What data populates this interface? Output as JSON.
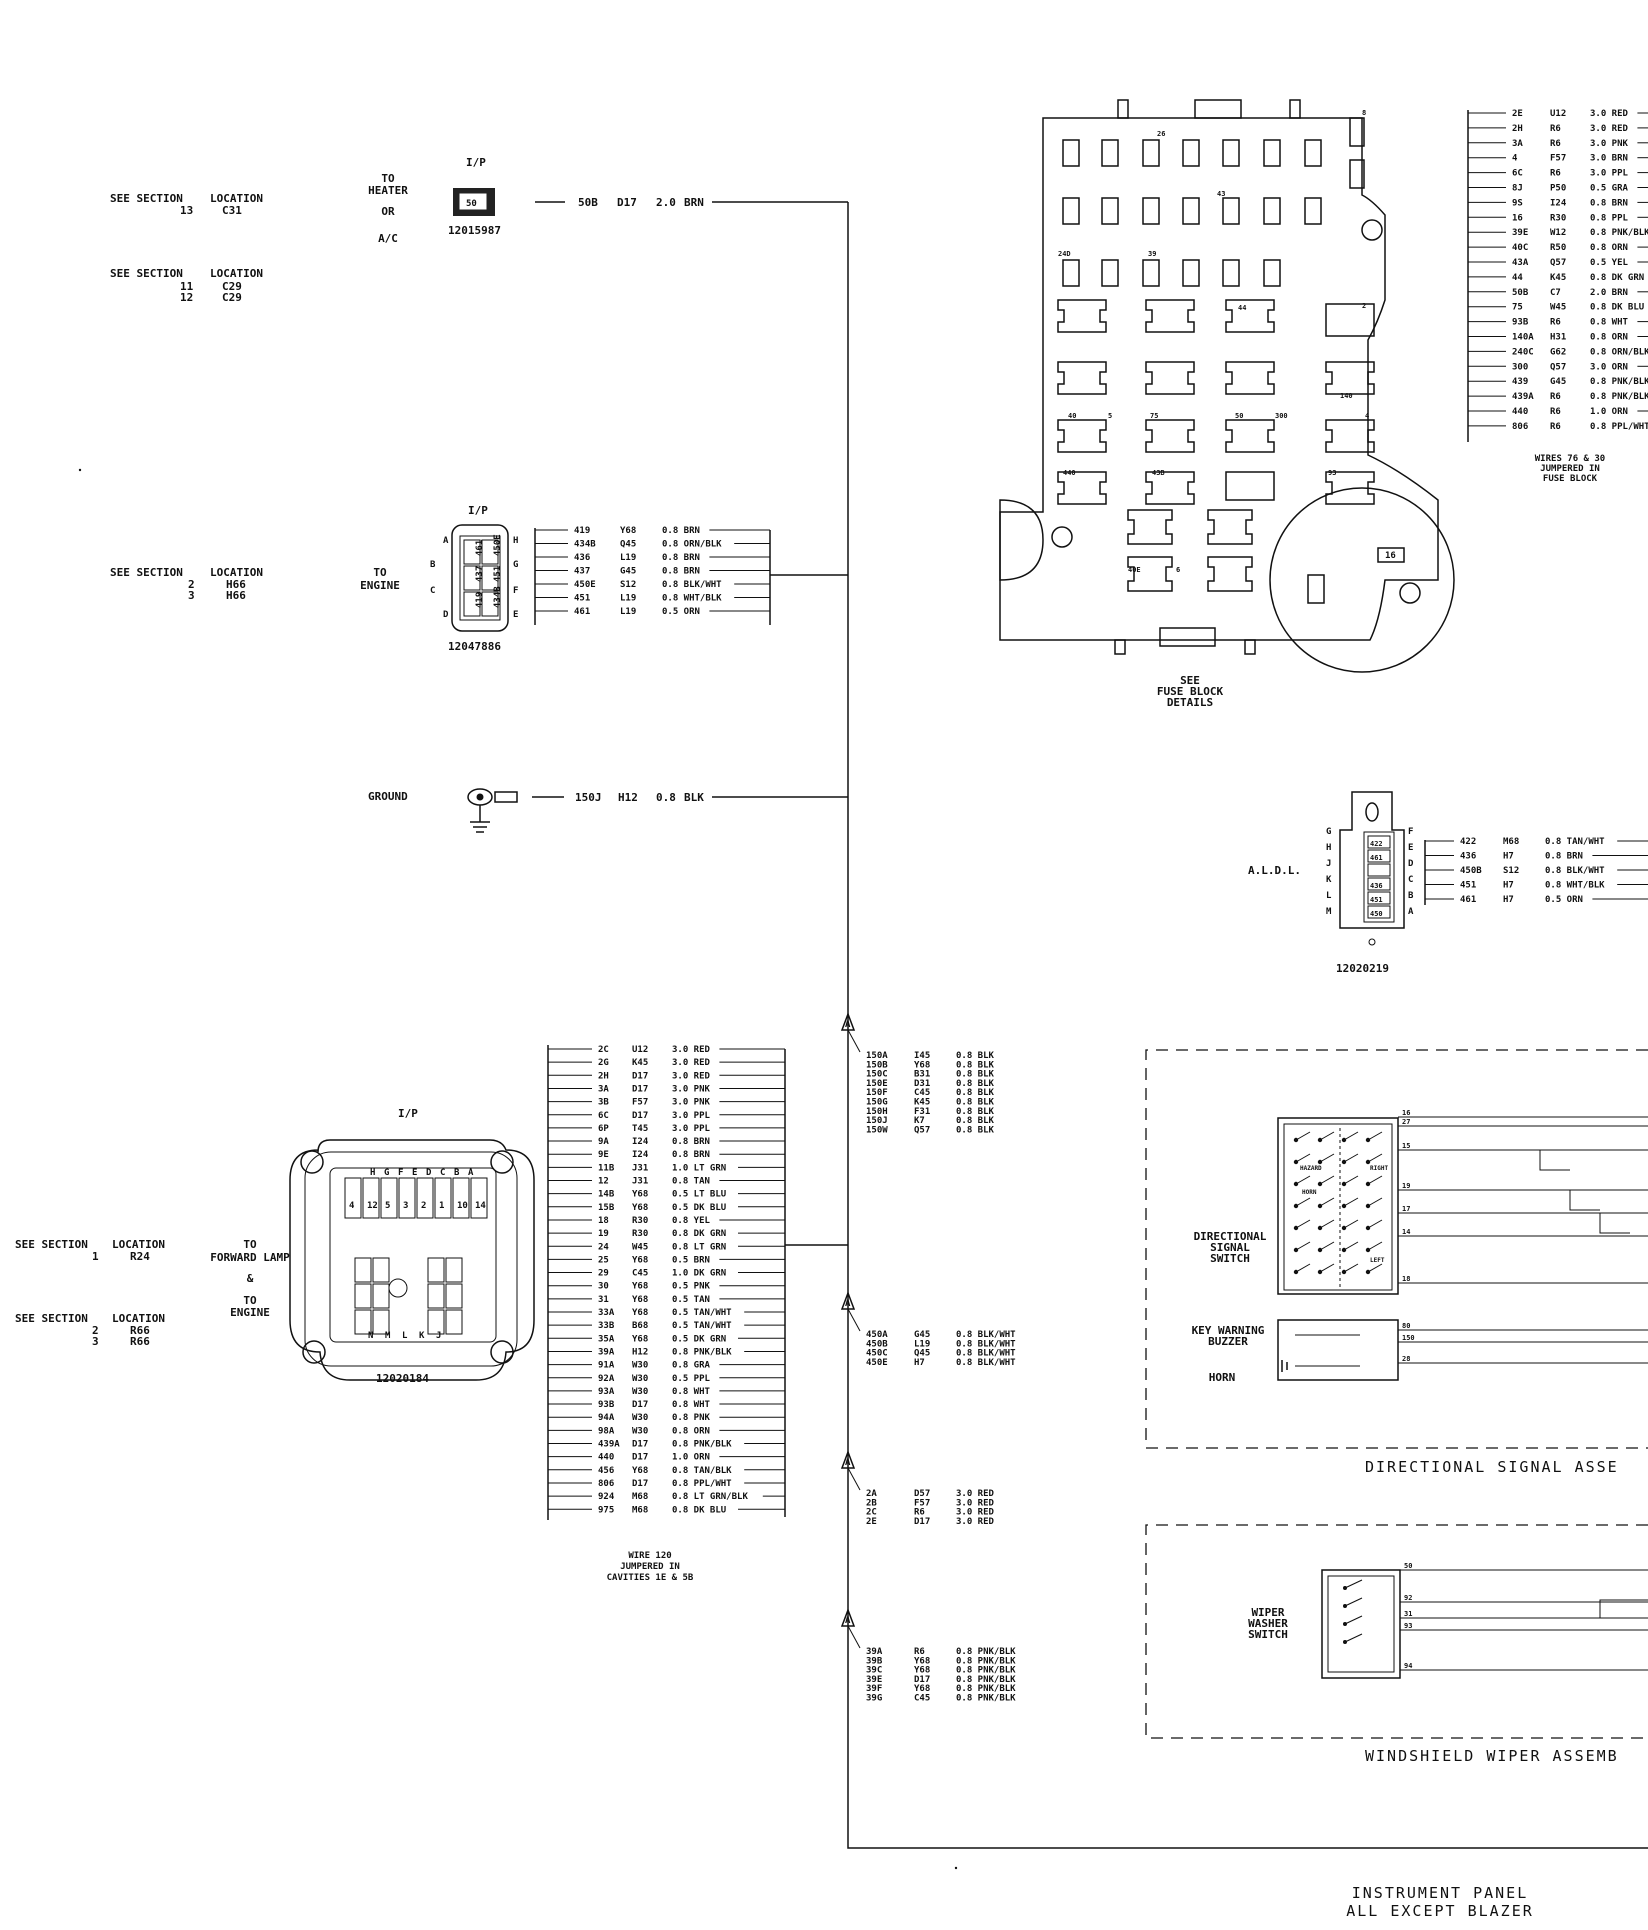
{
  "title": {
    "line1": "INSTRUMENT PANEL",
    "line2": "ALL EXCEPT BLAZER"
  },
  "heater_connector": {
    "refs": [
      {
        "section": "13",
        "location": "C31"
      },
      {
        "section": "11",
        "location": "C29"
      },
      {
        "section": "12",
        "location": "C29"
      }
    ],
    "ref_label_section": "SEE SECTION",
    "ref_label_location": "LOCATION",
    "to_lines": [
      "TO",
      "HEATER",
      "OR",
      "A/C"
    ],
    "position": "I/P",
    "part_number": "12015987",
    "pin": "50",
    "wire": {
      "circuit": "50B",
      "code": "D17",
      "size": "2.0",
      "color": "BRN"
    }
  },
  "engine_connector": {
    "refs": [
      {
        "section": "2",
        "location": "H66"
      },
      {
        "section": "3",
        "location": "H66"
      }
    ],
    "to_lines": [
      "TO",
      "ENGINE"
    ],
    "position": "I/P",
    "part_number": "12047886",
    "cavities": [
      "A",
      "B",
      "C",
      "D",
      "E",
      "F",
      "G",
      "H"
    ],
    "wires": [
      [
        "419",
        "Y68",
        "0.8 BRN"
      ],
      [
        "434B",
        "Q45",
        "0.8 ORN/BLK"
      ],
      [
        "436",
        "L19",
        "0.8 BRN"
      ],
      [
        "437",
        "G45",
        "0.8 BRN"
      ],
      [
        "450E",
        "S12",
        "0.8 BLK/WHT"
      ],
      [
        "451",
        "L19",
        "0.8 WHT/BLK"
      ],
      [
        "461",
        "L19",
        "0.5 ORN"
      ]
    ]
  },
  "ground": {
    "label": "GROUND",
    "wire": {
      "circuit": "150J",
      "code": "H12",
      "size": "0.8",
      "color": "BLK"
    }
  },
  "forward_lamp_connector": {
    "refs": [
      {
        "section": "1",
        "location": "R24"
      },
      {
        "section": "2",
        "location": "R66"
      },
      {
        "section": "3",
        "location": "R66"
      }
    ],
    "to_lines": [
      "TO",
      "FORWARD LAMP",
      "&",
      "TO",
      "ENGINE"
    ],
    "position": "I/P",
    "part_number": "12020184",
    "note": [
      "WIRE 120",
      "JUMPERED IN",
      "CAVITIES 1E & 5B"
    ],
    "wires": [
      [
        "2C",
        "U12",
        "3.0 RED"
      ],
      [
        "2G",
        "K45",
        "3.0 RED"
      ],
      [
        "2H",
        "D17",
        "3.0 RED"
      ],
      [
        "3A",
        "D17",
        "3.0 PNK"
      ],
      [
        "3B",
        "F57",
        "3.0 PNK"
      ],
      [
        "6C",
        "D17",
        "3.0 PPL"
      ],
      [
        "6P",
        "T45",
        "3.0 PPL"
      ],
      [
        "9A",
        "I24",
        "0.8 BRN"
      ],
      [
        "9E",
        "I24",
        "0.8 BRN"
      ],
      [
        "11B",
        "J31",
        "1.0 LT GRN"
      ],
      [
        "12",
        "J31",
        "0.8 TAN"
      ],
      [
        "14B",
        "Y68",
        "0.5 LT BLU"
      ],
      [
        "15B",
        "Y68",
        "0.5 DK BLU"
      ],
      [
        "18",
        "R30",
        "0.8 YEL"
      ],
      [
        "19",
        "R30",
        "0.8 DK GRN"
      ],
      [
        "24",
        "W45",
        "0.8 LT GRN"
      ],
      [
        "25",
        "Y68",
        "0.5 BRN"
      ],
      [
        "29",
        "C45",
        "1.0 DK GRN"
      ],
      [
        "30",
        "Y68",
        "0.5 PNK"
      ],
      [
        "31",
        "Y68",
        "0.5 TAN"
      ],
      [
        "33A",
        "Y68",
        "0.5 TAN/WHT"
      ],
      [
        "33B",
        "B68",
        "0.5 TAN/WHT"
      ],
      [
        "35A",
        "Y68",
        "0.5 DK GRN"
      ],
      [
        "39A",
        "H12",
        "0.8 PNK/BLK"
      ],
      [
        "91A",
        "W30",
        "0.8 GRA"
      ],
      [
        "92A",
        "W30",
        "0.5 PPL"
      ],
      [
        "93A",
        "W30",
        "0.8 WHT"
      ],
      [
        "93B",
        "D17",
        "0.8 WHT"
      ],
      [
        "94A",
        "W30",
        "0.8 PNK"
      ],
      [
        "98A",
        "W30",
        "0.8 ORN"
      ],
      [
        "439A",
        "D17",
        "0.8 PNK/BLK"
      ],
      [
        "440",
        "D17",
        "1.0 ORN"
      ],
      [
        "456",
        "Y68",
        "0.8 TAN/BLK"
      ],
      [
        "806",
        "D17",
        "0.8 PPL/WHT"
      ],
      [
        "924",
        "M68",
        "0.8 LT GRN/BLK"
      ],
      [
        "975",
        "M68",
        "0.8 DK BLU"
      ]
    ]
  },
  "splices": [
    {
      "rows": [
        [
          "150A",
          "I45",
          "0.8 BLK"
        ],
        [
          "150B",
          "Y68",
          "0.8 BLK"
        ],
        [
          "150C",
          "B31",
          "0.8 BLK"
        ],
        [
          "150E",
          "D31",
          "0.8 BLK"
        ],
        [
          "150F",
          "C45",
          "0.8 BLK"
        ],
        [
          "150G",
          "K45",
          "0.8 BLK"
        ],
        [
          "150H",
          "F31",
          "0.8 BLK"
        ],
        [
          "150J",
          "K7",
          "0.8 BLK"
        ],
        [
          "150W",
          "Q57",
          "0.8 BLK"
        ]
      ]
    },
    {
      "rows": [
        [
          "450A",
          "G45",
          "0.8 BLK/WHT"
        ],
        [
          "450B",
          "L19",
          "0.8 BLK/WHT"
        ],
        [
          "450C",
          "Q45",
          "0.8 BLK/WHT"
        ],
        [
          "450E",
          "H7",
          "0.8 BLK/WHT"
        ]
      ]
    },
    {
      "rows": [
        [
          "2A",
          "D57",
          "3.0 RED"
        ],
        [
          "2B",
          "F57",
          "3.0 RED"
        ],
        [
          "2C",
          "R6",
          "3.0 RED"
        ],
        [
          "2E",
          "D17",
          "3.0 RED"
        ]
      ]
    },
    {
      "rows": [
        [
          "39A",
          "R6",
          "0.8 PNK/BLK"
        ],
        [
          "39B",
          "Y68",
          "0.8 PNK/BLK"
        ],
        [
          "39C",
          "Y68",
          "0.8 PNK/BLK"
        ],
        [
          "39E",
          "D17",
          "0.8 PNK/BLK"
        ],
        [
          "39F",
          "Y68",
          "0.8 PNK/BLK"
        ],
        [
          "39G",
          "C45",
          "0.8 PNK/BLK"
        ]
      ]
    }
  ],
  "fuse_block": {
    "caption": [
      "SEE",
      "FUSE BLOCK",
      "DETAILS"
    ],
    "cavity_labels": [
      "2E",
      "2H",
      "3A",
      "4",
      "6C",
      "8J",
      "9S",
      "16",
      "39E",
      "40C",
      "43A",
      "44",
      "50B",
      "75",
      "93B",
      "140A",
      "240C",
      "300",
      "439",
      "439A",
      "440",
      "806"
    ],
    "wires": [
      [
        "2E",
        "U12",
        "3.0 RED"
      ],
      [
        "2H",
        "R6",
        "3.0 RED"
      ],
      [
        "3A",
        "R6",
        "3.0 PNK"
      ],
      [
        "4",
        "F57",
        "3.0 BRN"
      ],
      [
        "6C",
        "R6",
        "3.0 PPL"
      ],
      [
        "8J",
        "P50",
        "0.5 GRA"
      ],
      [
        "9S",
        "I24",
        "0.8 BRN"
      ],
      [
        "16",
        "R30",
        "0.8 PPL"
      ],
      [
        "39E",
        "W12",
        "0.8 PNK/BLK"
      ],
      [
        "40C",
        "R50",
        "0.8 ORN"
      ],
      [
        "43A",
        "Q57",
        "0.5 YEL"
      ],
      [
        "44",
        "K45",
        "0.8 DK GRN"
      ],
      [
        "50B",
        "C7",
        "2.0 BRN"
      ],
      [
        "75",
        "W45",
        "0.8 DK BLU"
      ],
      [
        "93B",
        "R6",
        "0.8 WHT"
      ],
      [
        "140A",
        "H31",
        "0.8 ORN"
      ],
      [
        "240C",
        "G62",
        "0.8 ORN/BLK"
      ],
      [
        "300",
        "Q57",
        "3.0 ORN"
      ],
      [
        "439",
        "G45",
        "0.8 PNK/BLK"
      ],
      [
        "439A",
        "R6",
        "0.8 PNK/BLK"
      ],
      [
        "440",
        "R6",
        "1.0 ORN"
      ],
      [
        "806",
        "R6",
        "0.8 PPL/WHT"
      ]
    ],
    "note": [
      "WIRES 76 & 30",
      "JUMPERED IN",
      "FUSE BLOCK"
    ]
  },
  "aldl": {
    "label": "A.L.D.L.",
    "part_number": "12020219",
    "left_cavities": [
      "M",
      "L",
      "K",
      "J",
      "H",
      "G"
    ],
    "right_cavities": [
      "A",
      "B",
      "C",
      "D",
      "E",
      "F"
    ],
    "wires": [
      [
        "422",
        "M68",
        "0.8 TAN/WHT"
      ],
      [
        "436",
        "H7",
        "0.8 BRN"
      ],
      [
        "450B",
        "S12",
        "0.8 BLK/WHT"
      ],
      [
        "451",
        "H7",
        "0.8 WHT/BLK"
      ],
      [
        "461",
        "H7",
        "0.5 ORN"
      ]
    ]
  },
  "directional": {
    "title": "DIRECTIONAL SIGNAL ASSE",
    "switch_label": [
      "DIRECTIONAL",
      "SIGNAL",
      "SWITCH"
    ],
    "buzzer_label": [
      "KEY WARNING",
      "BUZZER"
    ],
    "horn_label": "HORN",
    "pins": [
      "16",
      "27",
      "15",
      "19",
      "17",
      "14",
      "18",
      "80",
      "150",
      "28"
    ]
  },
  "wiper": {
    "title": "WINDSHIELD WIPER ASSEMB",
    "switch_label": [
      "WIPER",
      "WASHER",
      "SWITCH"
    ],
    "pins": [
      "50",
      "92",
      "31",
      "93",
      "94"
    ]
  }
}
